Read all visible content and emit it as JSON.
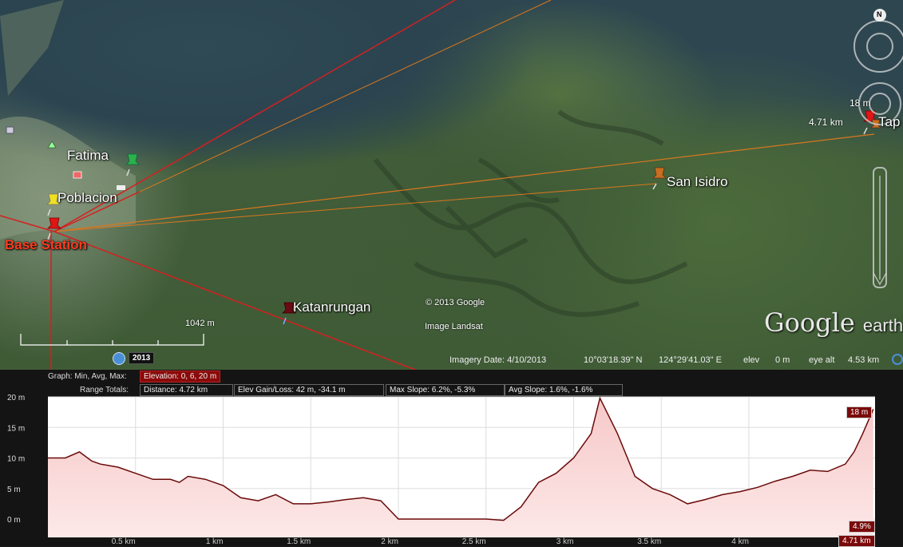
{
  "map": {
    "places": {
      "fatima": "Fatima",
      "poblacion": "Poblacion",
      "base_station": "Base Station",
      "katanrungan": "Katanrungan",
      "san_isidro": "San Isidro",
      "tap": "Tap"
    },
    "marker_labels": {
      "height": "18 m",
      "distance": "4.71 km"
    },
    "copyright": "© 2013 Google",
    "imagery_source": "Image Landsat",
    "scale_label": "1042 m",
    "year_badge": "2013",
    "logo_main": "Google",
    "logo_sub": "earth",
    "compass_north": "N",
    "status": {
      "imagery_date": "Imagery Date: 4/10/2013",
      "lat": "10°03'18.39\" N",
      "lon": "124°29'41.03\" E",
      "elev_label": "elev",
      "elev_value": "0 m",
      "eye_alt_label": "eye alt",
      "eye_alt_value": "4.53 km"
    },
    "colors": {
      "red_line": "#d42020",
      "orange_line": "#d9771f"
    }
  },
  "graph": {
    "header1_label": "Graph: Min, Avg, Max:",
    "header1_value": "Elevation: 0, 6, 20 m",
    "header2_label": "Range Totals:",
    "distance": "Distance: 4.72 km",
    "gain_loss": "Elev Gain/Loss: 42 m, -34.1 m",
    "max_slope": "Max Slope: 6.2%, -5.3%",
    "avg_slope": "Avg Slope: 1.6%, -1.6%",
    "end_elev_badge": "18 m",
    "slope_badge": "4.9%",
    "end_dist_badge": "4.71 km"
  },
  "chart_data": {
    "type": "area",
    "x_unit": "km",
    "y_unit": "m",
    "xlim": [
      0,
      4.72
    ],
    "ylim": [
      -3,
      20
    ],
    "y_ticks": [
      "20 m",
      "15 m",
      "10 m",
      "5 m",
      "0 m"
    ],
    "y_tick_values": [
      20,
      15,
      10,
      5,
      0
    ],
    "x_ticks": [
      "0.5 km",
      "1 km",
      "1.5 km",
      "2 km",
      "2.5 km",
      "3 km",
      "3.5 km",
      "4 km"
    ],
    "x_tick_values": [
      0.5,
      1,
      1.5,
      2,
      2.5,
      3,
      3.5,
      4
    ],
    "grid": true,
    "x": [
      0,
      0.1,
      0.18,
      0.25,
      0.3,
      0.4,
      0.5,
      0.6,
      0.7,
      0.75,
      0.8,
      0.9,
      1.0,
      1.1,
      1.2,
      1.3,
      1.4,
      1.5,
      1.6,
      1.7,
      1.8,
      1.9,
      2.0,
      2.2,
      2.5,
      2.6,
      2.7,
      2.8,
      2.9,
      3.0,
      3.1,
      3.15,
      3.25,
      3.35,
      3.45,
      3.55,
      3.65,
      3.75,
      3.85,
      3.95,
      4.05,
      4.15,
      4.25,
      4.35,
      4.45,
      4.55,
      4.6,
      4.65,
      4.71
    ],
    "y": [
      10,
      10,
      11,
      9.5,
      9,
      8.5,
      7.5,
      6.5,
      6.5,
      6,
      7,
      6.5,
      5.5,
      3.5,
      3,
      4,
      2.5,
      2.5,
      2.8,
      3.2,
      3.5,
      3,
      0,
      0,
      0,
      -0.2,
      2,
      6,
      7.5,
      10,
      14,
      19.8,
      14,
      7,
      5,
      4,
      2.5,
      3.2,
      4,
      4.5,
      5.2,
      6.2,
      7,
      8,
      7.8,
      9,
      11,
      14,
      18
    ]
  }
}
